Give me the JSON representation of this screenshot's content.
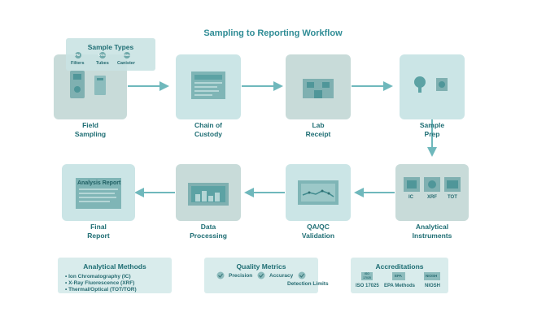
{
  "title": "Sampling to Reporting Workflow",
  "steps": [
    {
      "line1": "Field",
      "line2": "Sampling"
    },
    {
      "line1": "Chain of",
      "line2": "Custody"
    },
    {
      "line1": "Lab",
      "line2": "Receipt"
    },
    {
      "line1": "Sample",
      "line2": "Prep"
    },
    {
      "line1": "Analytical",
      "line2": "Instruments"
    },
    {
      "line1": "QA/QC",
      "line2": "Validation"
    },
    {
      "line1": "Data",
      "line2": "Processing"
    },
    {
      "line1": "Final",
      "line2": "Report"
    }
  ],
  "sample_types": {
    "title": "Sample Types",
    "items": [
      {
        "badge": "PM",
        "label": "Filters"
      },
      {
        "badge": "VOC",
        "label": "Tubes"
      },
      {
        "badge": "Gas",
        "label": "Canister"
      }
    ]
  },
  "instruments": [
    "IC",
    "XRF",
    "TOT"
  ],
  "analysis_report_label": "Analysis Report",
  "analytical_methods": {
    "title": "Analytical Methods",
    "items": [
      "• Ion Chromatography (IC)",
      "• X-Ray Fluorescence (XRF)",
      "• Thermal/Optical (TOT/TOR)"
    ]
  },
  "quality_metrics": {
    "title": "Quality Metrics",
    "items": [
      "Precision",
      "Accuracy",
      "Detection Limits"
    ]
  },
  "accreditations": {
    "title": "Accreditations",
    "items": [
      {
        "badge_line1": "ISO",
        "badge_line2": "17025",
        "label": "ISO 17025"
      },
      {
        "badge_line1": "EPA",
        "badge_line2": "",
        "label": "EPA Methods"
      },
      {
        "badge_line1": "NIOSH",
        "badge_line2": "",
        "label": "NIOSH"
      }
    ]
  },
  "colors": {
    "accent": "#2f8c95",
    "box_gray": "#c8dbd9",
    "box_light": "#cbe5e6",
    "arrow": "#6fb8bc",
    "panel": "#d9ecec"
  }
}
